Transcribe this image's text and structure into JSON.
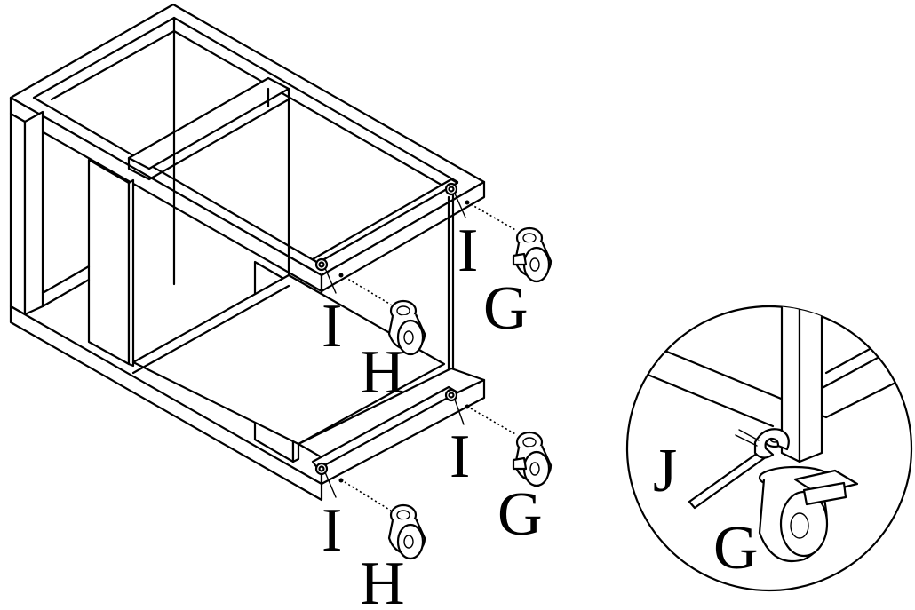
{
  "labels": {
    "bolt_front_top": "I",
    "bolt_back_top": "I",
    "bolt_front_bottom": "I",
    "bolt_back_bottom": "I",
    "caster_front_top": "H",
    "caster_back_top": "G",
    "caster_front_bottom": "H",
    "caster_back_bottom": "G",
    "detail_wrench": "J",
    "detail_caster": "G"
  },
  "icons": {
    "frame": "cabinet-frame",
    "caster_brake": "caster-with-brake-icon",
    "caster_plain": "caster-icon",
    "bolt": "bolt-icon",
    "wrench": "wrench-icon"
  },
  "colors": {
    "ink": "#000000",
    "paper": "#ffffff"
  }
}
